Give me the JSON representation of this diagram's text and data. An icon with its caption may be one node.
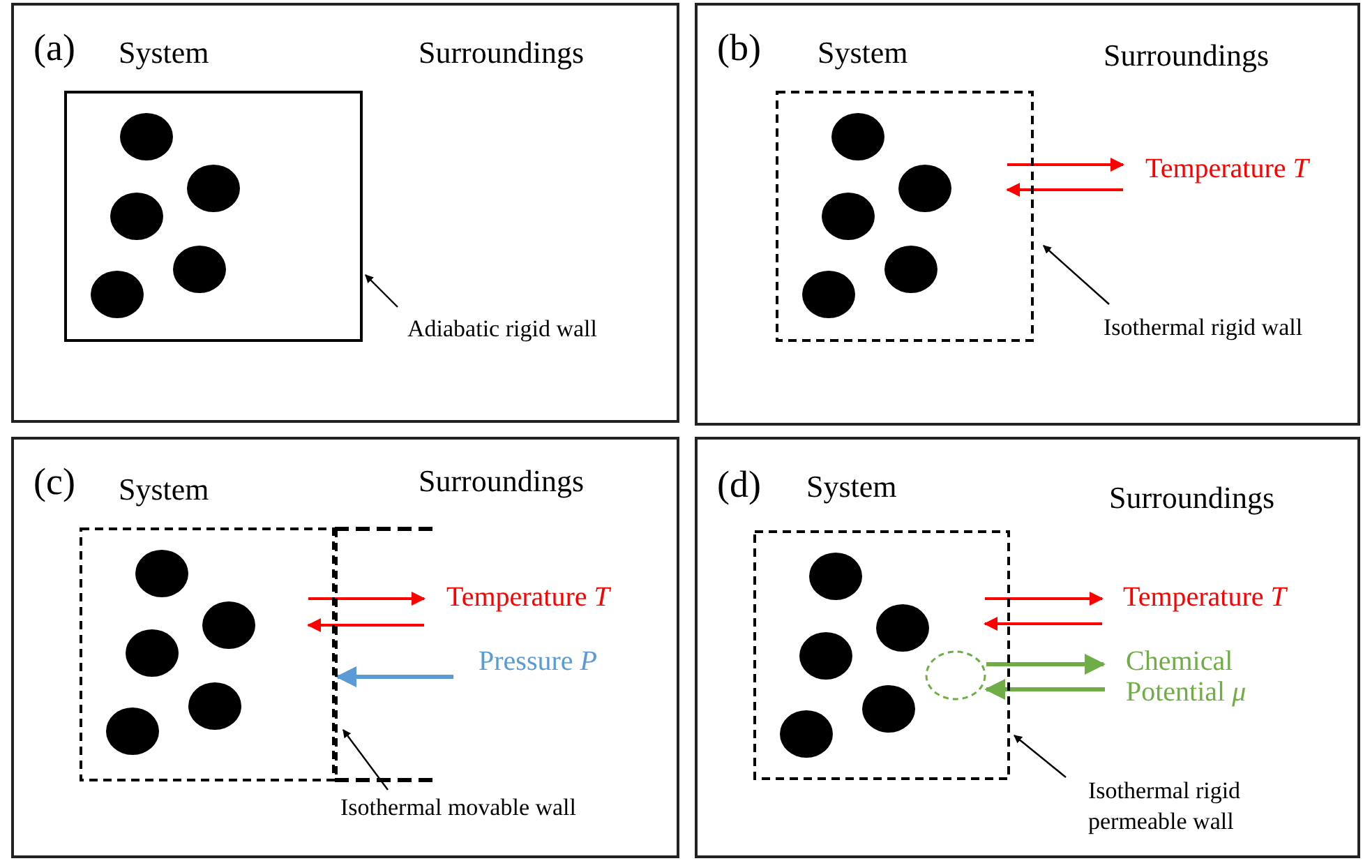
{
  "diagram": {
    "nodes": [
      {
        "text": [
          "(a)",
          "System",
          "Surroundings"
        ]
      },
      {
        "text": [],
        "shape": "box",
        "in": 0
      },
      {
        "text": [
          "Adiabatic rigid wall"
        ],
        "in": 0
      },
      {
        "text": [
          "(b)",
          "System",
          "Surroundings",
          "Temperature *T*"
        ]
      },
      {
        "text": [],
        "shape": "box",
        "in": 3
      },
      {
        "text": [
          "Isothermal rigid wall"
        ],
        "in": 3
      },
      {
        "text": [
          "(c)",
          "System",
          "Surroundings",
          "Temperature *T*",
          "Pressure *P*"
        ]
      },
      {
        "text": [],
        "shape": "box",
        "in": 6
      },
      {
        "text": [
          "Isothermal movable wall"
        ],
        "in": 6
      },
      {
        "text": [
          "(d)",
          "System",
          "Surroundings",
          "Temperature *T*",
          "Chemical Potential *μ*"
        ]
      },
      {
        "text": [],
        "shape": "box",
        "in": 9
      },
      {
        "text": [
          "Isothermal rigid permeable wall"
        ],
        "in": 9
      }
    ],
    "edges": [
      {
        "from": 2,
        "to": 1,
        "arrow": "to"
      },
      {
        "from": 5,
        "to": 4,
        "arrow": "to"
      },
      {
        "from": 8,
        "to": 7,
        "arrow": "to"
      },
      {
        "from": 11,
        "to": 10,
        "arrow": "to"
      }
    ]
  }
}
